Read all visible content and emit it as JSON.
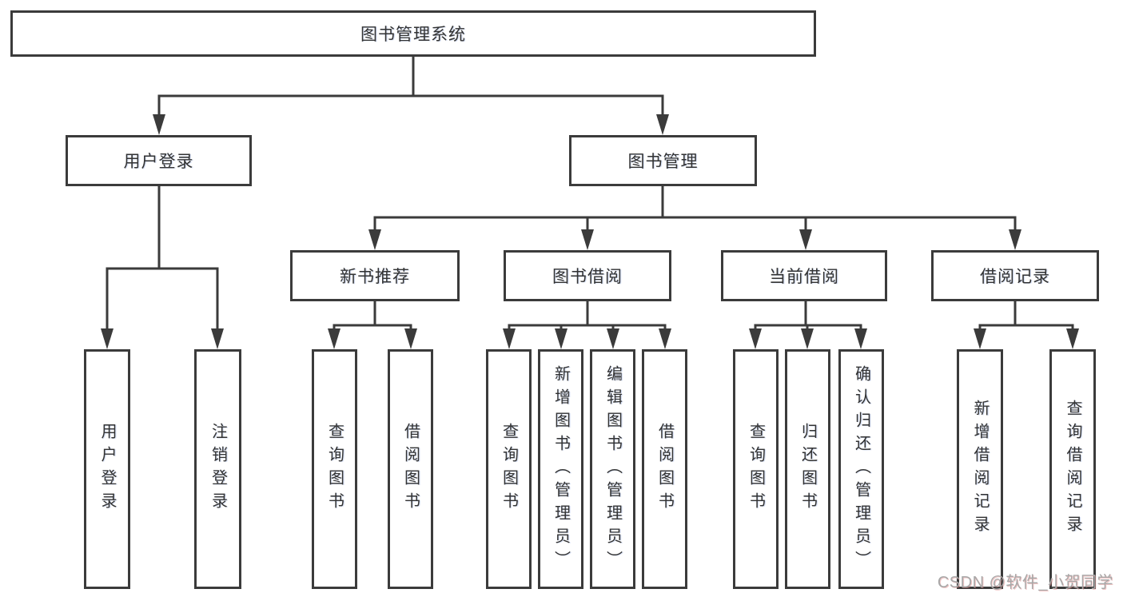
{
  "nodes": {
    "root": "图书管理系统",
    "user_login": "用户登录",
    "book_management": "图书管理",
    "new_book_recommend": "新书推荐",
    "book_borrow": "图书借阅",
    "current_borrow": "当前借阅",
    "borrow_record": "借阅记录",
    "leaf_user_login": "用户登录",
    "leaf_logout": "注销登录",
    "leaf_rec_query_book": "查询图书",
    "leaf_rec_borrow_book": "借阅图书",
    "leaf_bor_query_book": "查询图书",
    "leaf_bor_add_book": "新增图书（管理员）",
    "leaf_bor_edit_book": "编辑图书（管理员）",
    "leaf_bor_borrow_book": "借阅图书",
    "leaf_cur_query_book": "查询图书",
    "leaf_cur_return_book": "归还图书",
    "leaf_cur_confirm_return": "确认归还（管理员）",
    "leaf_rcd_add_record": "新增借阅记录",
    "leaf_rcd_query_record": "查询借阅记录"
  },
  "hierarchy": {
    "图书管理系统": [
      "用户登录",
      "图书管理"
    ],
    "用户登录": [
      "用户登录",
      "注销登录"
    ],
    "图书管理": [
      "新书推荐",
      "图书借阅",
      "当前借阅",
      "借阅记录"
    ],
    "新书推荐": [
      "查询图书",
      "借阅图书"
    ],
    "图书借阅": [
      "查询图书",
      "新增图书（管理员）",
      "编辑图书（管理员）",
      "借阅图书"
    ],
    "当前借阅": [
      "查询图书",
      "归还图书",
      "确认归还（管理员）"
    ],
    "借阅记录": [
      "新增借阅记录",
      "查询借阅记录"
    ]
  },
  "watermark": "CSDN @软件_小贺同学",
  "colors": {
    "line": "#3b3b3b",
    "box_border": "#3b3b3b",
    "text": "#333333",
    "watermark_text": "#a8a8a8",
    "background": "#ffffff"
  }
}
